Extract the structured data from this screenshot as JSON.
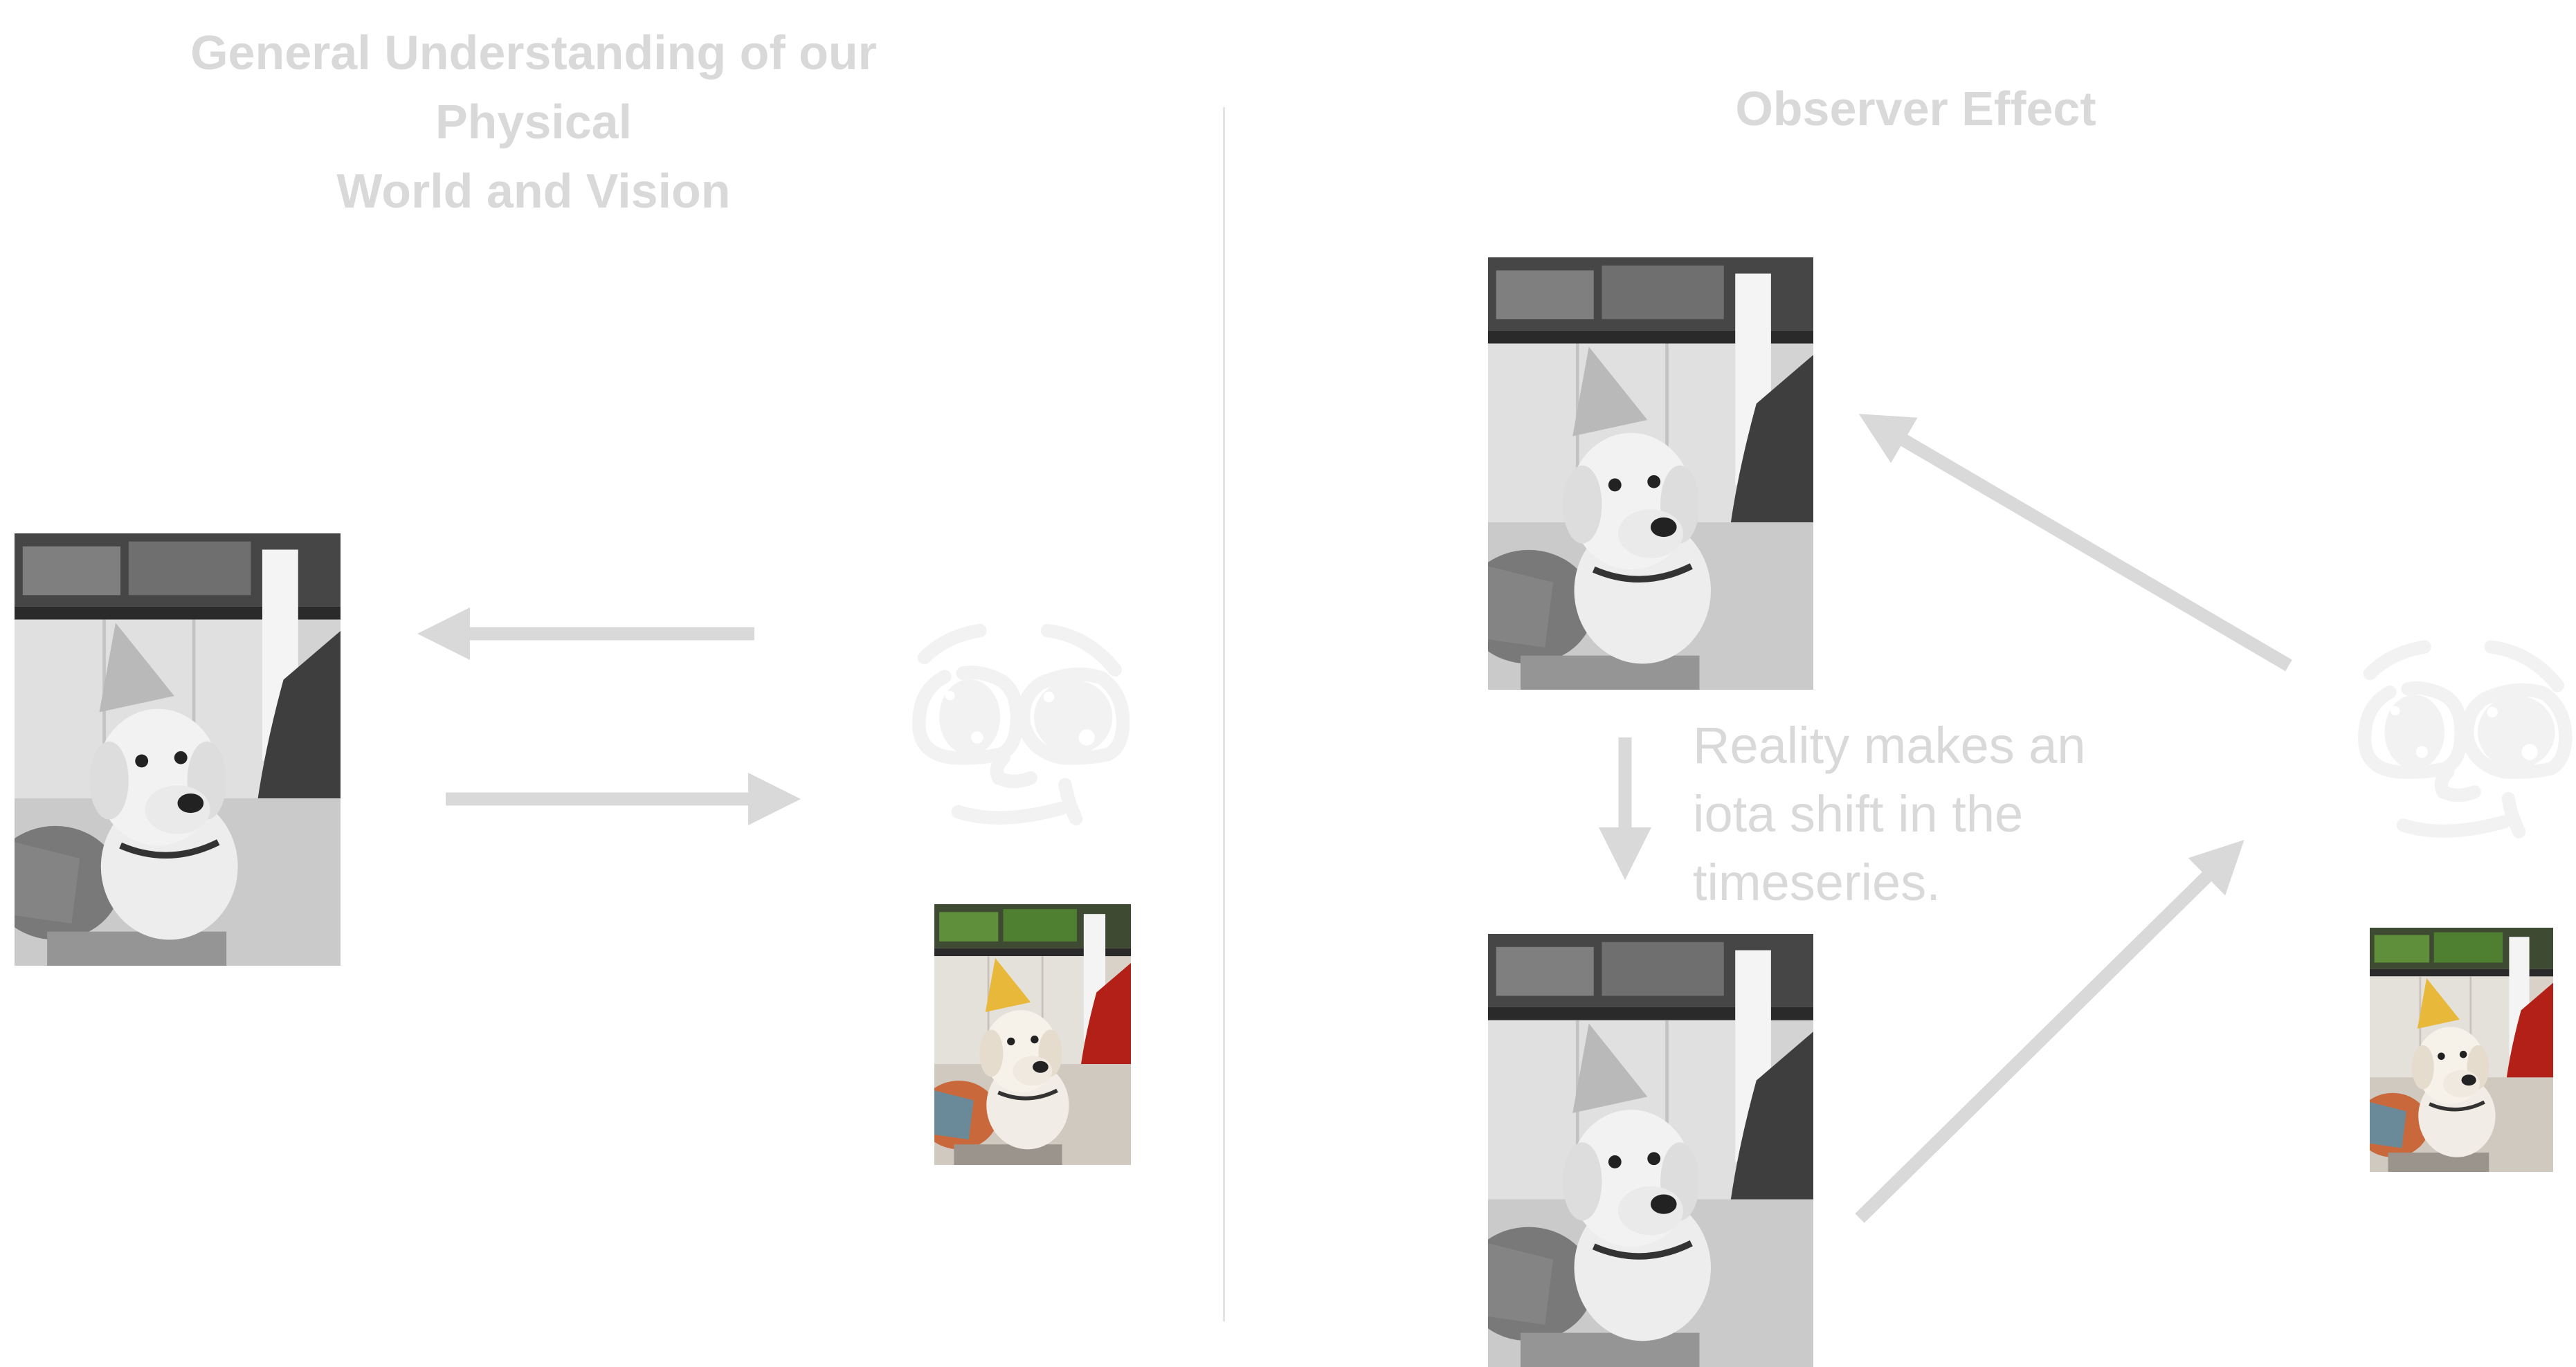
{
  "left_panel": {
    "title_line1": "General Understanding of our Physical",
    "title_line2": "World and Vision"
  },
  "right_panel": {
    "title": "Observer Effect",
    "caption_line1": "Reality makes an",
    "caption_line2": "iota shift in the",
    "caption_line3": "timeseries."
  },
  "colors": {
    "text": "#d9d9d9",
    "arrow": "#d9d9d9",
    "face": "#f2f2f2",
    "divider": "#d9d9d9"
  }
}
